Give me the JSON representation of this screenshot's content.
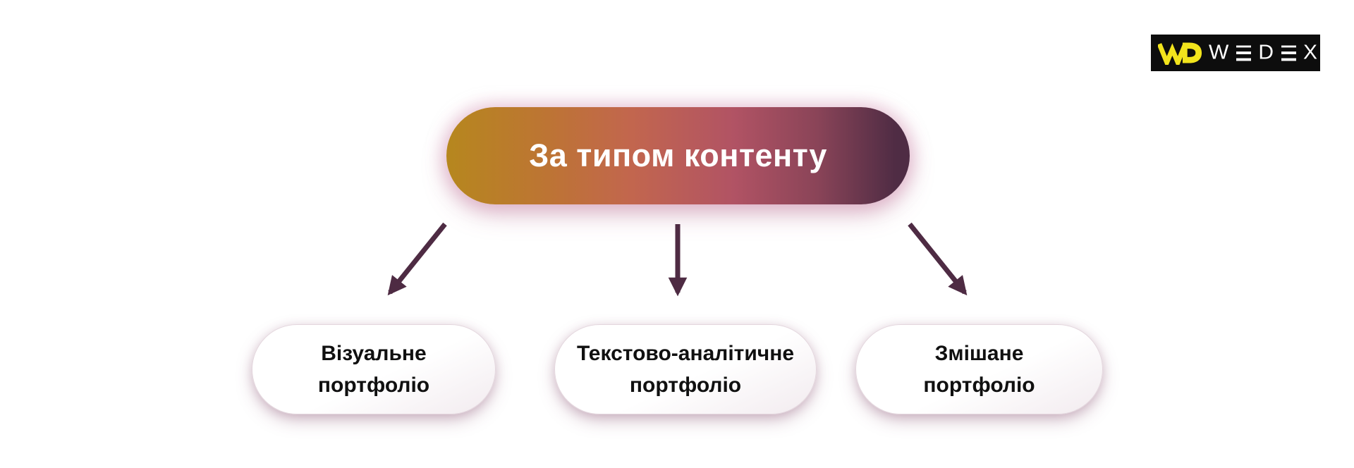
{
  "logo": {
    "brand": "WEDEX",
    "monogram": "WD",
    "letters": [
      "W",
      "E",
      "D",
      "E",
      "X"
    ],
    "bg_color": "#0D0D0D",
    "accent_color": "#F2E41C",
    "text_color": "#FFFFFF"
  },
  "diagram": {
    "root": {
      "label": "За типом контенту"
    },
    "children": [
      {
        "line1": "Візуальне",
        "line2": "портфоліо"
      },
      {
        "line1": "Текстово-аналітичне",
        "line2": "портфоліо"
      },
      {
        "line1": "Змішане",
        "line2": "портфоліо"
      }
    ]
  },
  "colors": {
    "gradient_gold": "#B6871E",
    "gradient_terracotta": "#C2664E",
    "gradient_rose": "#B15364",
    "gradient_plum": "#4F2C44",
    "arrow": "#4E2B43",
    "root_text": "#FFFFFF",
    "leaf_text": "#101010",
    "leaf_fill": "#FFFFFF",
    "halo": "#D9A9C0",
    "background": "#FFFFFF"
  }
}
